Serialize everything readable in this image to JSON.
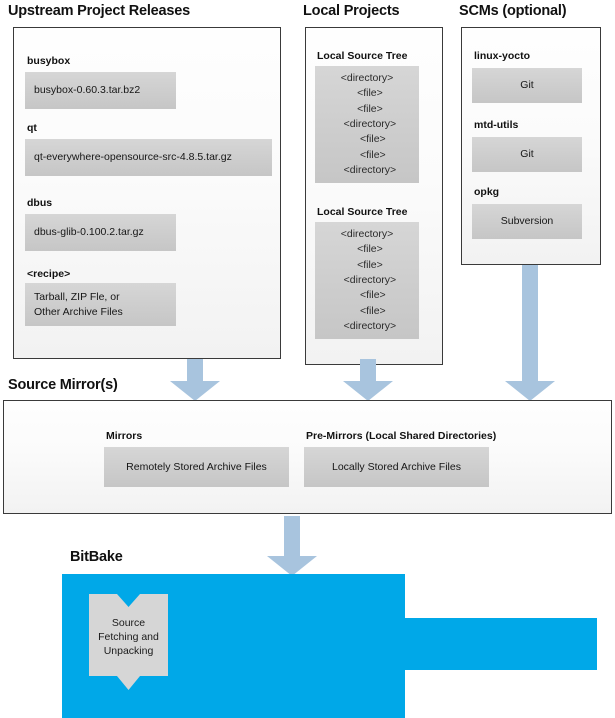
{
  "diagram": {
    "title": "Yocto Project Source Fetching Overview",
    "accent_blue": "#00a8e8",
    "arrow_blue": "#a8c4de",
    "chip_gray": "#cdcdcd",
    "panel_border": "#3a3a3a"
  },
  "sections": {
    "upstream": {
      "heading": "Upstream Project Releases",
      "items": [
        {
          "label": "busybox",
          "value": "busybox-0.60.3.tar.bz2"
        },
        {
          "label": "qt",
          "value": "qt-everywhere-opensource-src-4.8.5.tar.gz"
        },
        {
          "label": "dbus",
          "value": "dbus-glib-0.100.2.tar.gz"
        },
        {
          "label": "<recipe>",
          "value_line1": "Tarball, ZIP Fle, or",
          "value_line2": "Other Archive Files"
        }
      ]
    },
    "local_projects": {
      "heading": "Local Projects",
      "trees": [
        {
          "label": "Local Source Tree",
          "lines": [
            "<directory>",
            "  <file>",
            "  <file>",
            "  <directory>",
            "    <file>",
            "    <file>",
            "  <directory>"
          ]
        },
        {
          "label": "Local Source Tree",
          "lines": [
            "<directory>",
            "  <file>",
            "  <file>",
            "  <directory>",
            "    <file>",
            "    <file>",
            "  <directory>"
          ]
        }
      ]
    },
    "scms": {
      "heading": "SCMs (optional)",
      "items": [
        {
          "label": "linux-yocto",
          "value": "Git"
        },
        {
          "label": "mtd-utils",
          "value": "Git"
        },
        {
          "label": "opkg",
          "value": "Subversion"
        }
      ]
    },
    "source_mirrors": {
      "heading": "Source Mirror(s)",
      "items": [
        {
          "label": "Mirrors",
          "value": "Remotely Stored Archive Files"
        },
        {
          "label": "Pre-Mirrors (Local Shared Directories)",
          "value": "Locally Stored Archive Files"
        }
      ]
    },
    "bitbake": {
      "heading": "BitBake",
      "task": {
        "line1": "Source",
        "line2": "Fetching and",
        "line3": "Unpacking"
      }
    }
  },
  "arrows": {
    "upstream_to_mirrors": "down-arrow-icon",
    "local_to_mirrors": "down-arrow-icon",
    "scms_to_mirrors": "down-arrow-icon",
    "mirrors_to_bitbake": "down-arrow-icon"
  }
}
